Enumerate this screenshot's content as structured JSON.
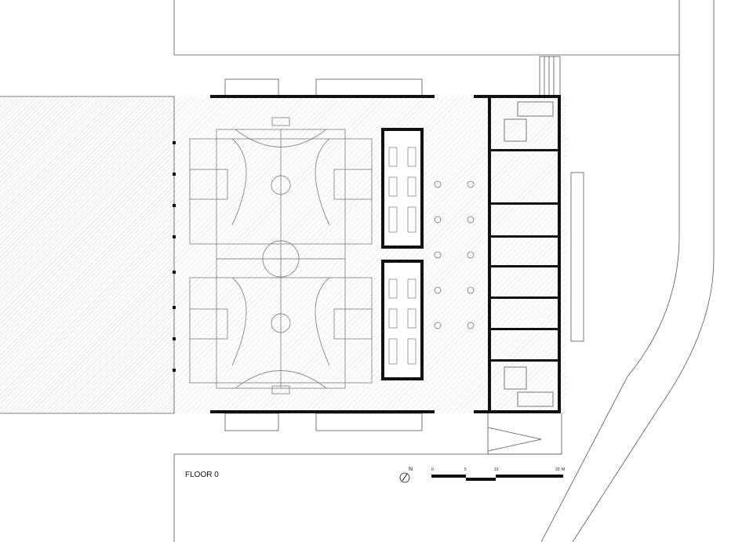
{
  "drawing": {
    "floor_label": "FLOOR 0"
  },
  "north_arrow": {
    "letter": "N"
  },
  "scale_bar": {
    "ticks": [
      "0",
      "5",
      "10",
      "20"
    ],
    "unit": "M"
  },
  "colors": {
    "wall": "#111111",
    "hatch": "#bdbdbd",
    "court_line": "#888888",
    "site_line": "#555555"
  }
}
